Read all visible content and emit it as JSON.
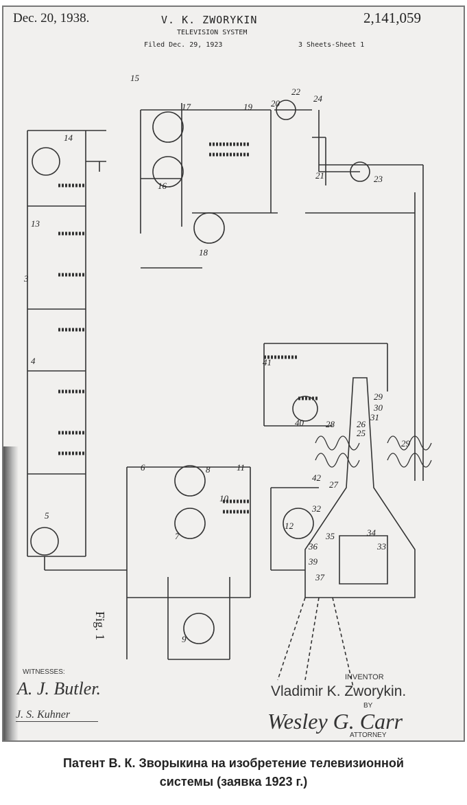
{
  "header": {
    "date": "Dec. 20, 1938.",
    "inventor": "V. K. ZWORYKIN",
    "patent_number": "2,141,059",
    "title": "TELEVISION SYSTEM",
    "filed": "Filed Dec. 29, 1923",
    "sheet": "3 Sheets-Sheet 1"
  },
  "drawing": {
    "figure_label": "Fig. 1",
    "reference_numerals": [
      "14",
      "15",
      "17",
      "19",
      "20",
      "22",
      "24",
      "16",
      "21",
      "23",
      "13",
      "18",
      "3",
      "4",
      "41",
      "40",
      "29",
      "30",
      "31",
      "26",
      "25",
      "28",
      "29",
      "5",
      "6",
      "8",
      "10",
      "11",
      "27",
      "42",
      "32",
      "12",
      "35",
      "34",
      "33",
      "36",
      "39",
      "37",
      "7",
      "9"
    ]
  },
  "signatures": {
    "witnesses_label": "WITNESSES:",
    "witness_1": "A. J. Butler.",
    "witness_2": "J. S. Kuhner",
    "inventor_label": "INVENTOR",
    "inventor_name": "Vladimir K. Zworykin.",
    "by_label": "BY",
    "attorney_signature": "Wesley G. Carr",
    "attorney_label": "ATTORNEY"
  },
  "caption": {
    "line1": "Патент В. К. Зворыкина на изобретение телевизионной",
    "line2": "системы (заявка 1923 г.)"
  }
}
